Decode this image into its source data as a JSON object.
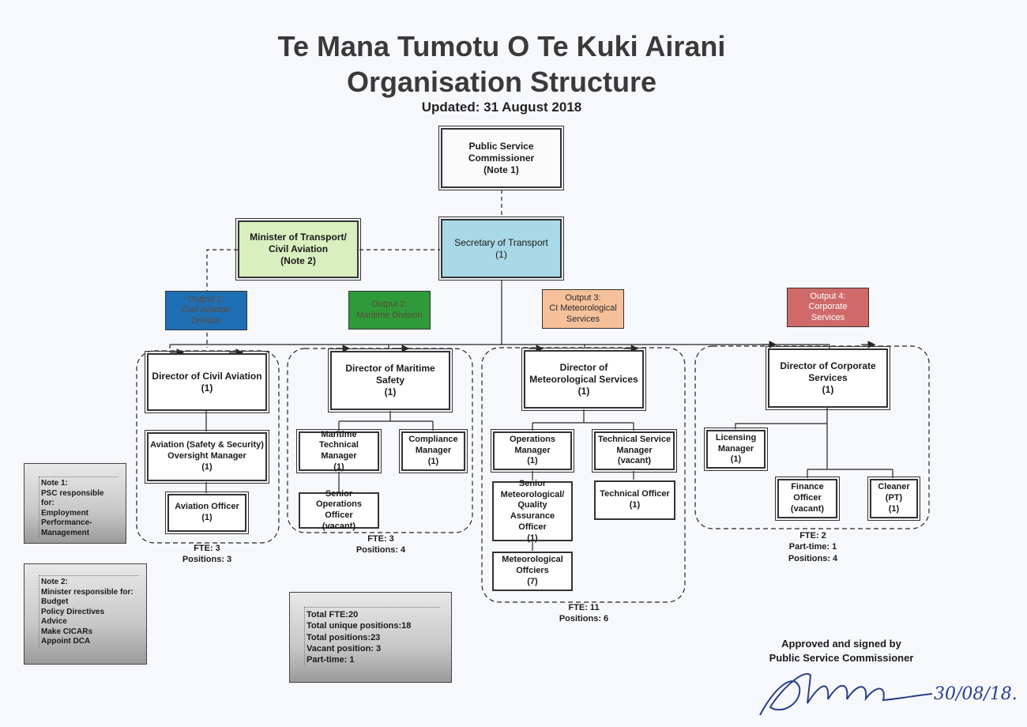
{
  "title": {
    "line1": "Te Mana Tumotu O Te Kuki Airani",
    "line2": "Organisation Structure",
    "updated": "Updated: 31 August 2018"
  },
  "top": {
    "psc": [
      "Public Service",
      "Commissioner",
      "(Note 1)"
    ],
    "secretary": [
      "Secretary of Transport",
      "(1)"
    ],
    "minister": [
      "Minister of Transport/",
      "Civil Aviation",
      "(Note 2)"
    ]
  },
  "outputs": [
    {
      "lines": [
        "Output 1:",
        "Civil Aviation",
        "Division"
      ],
      "color": "#1f6fb5",
      "text_color": "#5a4a3a"
    },
    {
      "lines": [
        "Output 2:",
        "Maritime Division"
      ],
      "color": "#2f9a3a",
      "text_color": "#5a4a3a"
    },
    {
      "lines": [
        "Output 3:",
        "CI Meteorological",
        "Services"
      ],
      "color": "#f5c09a",
      "text_color": "#2a2a2a"
    },
    {
      "lines": [
        "Output 4:",
        "Corporate",
        "Services"
      ],
      "color": "#d06a6a",
      "text_color": "#ffffff"
    }
  ],
  "civil": {
    "director": [
      "Director of Civil Aviation",
      "(1)"
    ],
    "oversight": [
      "Aviation (Safety & Security)",
      "Oversight Manager",
      "(1)"
    ],
    "officer": [
      "Aviation Officer",
      "(1)"
    ],
    "fte": [
      "FTE: 3",
      "Positions: 3"
    ]
  },
  "maritime": {
    "director": [
      "Director of Maritime",
      "Safety",
      "(1)"
    ],
    "technical": [
      "Maritime Technical",
      "Manager",
      "(1)"
    ],
    "compliance": [
      "Compliance",
      "Manager",
      "(1)"
    ],
    "senior_ops": [
      "Senior Operations",
      "Officer",
      "(vacant)"
    ],
    "fte": [
      "FTE: 3",
      "Positions: 4"
    ]
  },
  "met": {
    "director": [
      "Director of",
      "Meteorological Services",
      "(1)"
    ],
    "operations": [
      "Operations",
      "Manager",
      "(1)"
    ],
    "tech_service": [
      "Technical  Service",
      "Manager",
      "(vacant)"
    ],
    "senior_met": [
      "Senior",
      "Meteorological/",
      "Quality Assurance",
      "Officer",
      "(1)"
    ],
    "tech_officer": [
      "Technical Officer",
      "(1)"
    ],
    "met_officers": [
      "Meteorological",
      "Offciers",
      "(7)"
    ],
    "fte": [
      "FTE: 11",
      "Positions: 6"
    ]
  },
  "corporate": {
    "director": [
      "Director of Corporate",
      "Services",
      "(1)"
    ],
    "licensing": [
      "Licensing",
      "Manager",
      "(1)"
    ],
    "finance": [
      "Finance",
      "Officer",
      "(vacant)"
    ],
    "cleaner": [
      "Cleaner",
      "(PT)",
      "(1)"
    ],
    "fte": [
      "FTE: 2",
      "Part-time: 1",
      "Positions: 4"
    ]
  },
  "notes": {
    "note1": [
      "Note 1:",
      "PSC responsible for:",
      "Employment",
      "Performance-",
      "Management"
    ],
    "note2": [
      "Note 2:",
      "Minister responsible for:",
      "Budget",
      "Policy Directives",
      "Advice",
      "Make CICARs",
      "Appoint DCA"
    ]
  },
  "summary": [
    "Total FTE:20",
    "Total unique positions:18",
    "Total positions:23",
    "Vacant position: 3",
    "Part-time: 1"
  ],
  "approval": [
    "Approved and signed by",
    "Public Service Commissioner"
  ],
  "signature": {
    "date": "30/08/18."
  }
}
